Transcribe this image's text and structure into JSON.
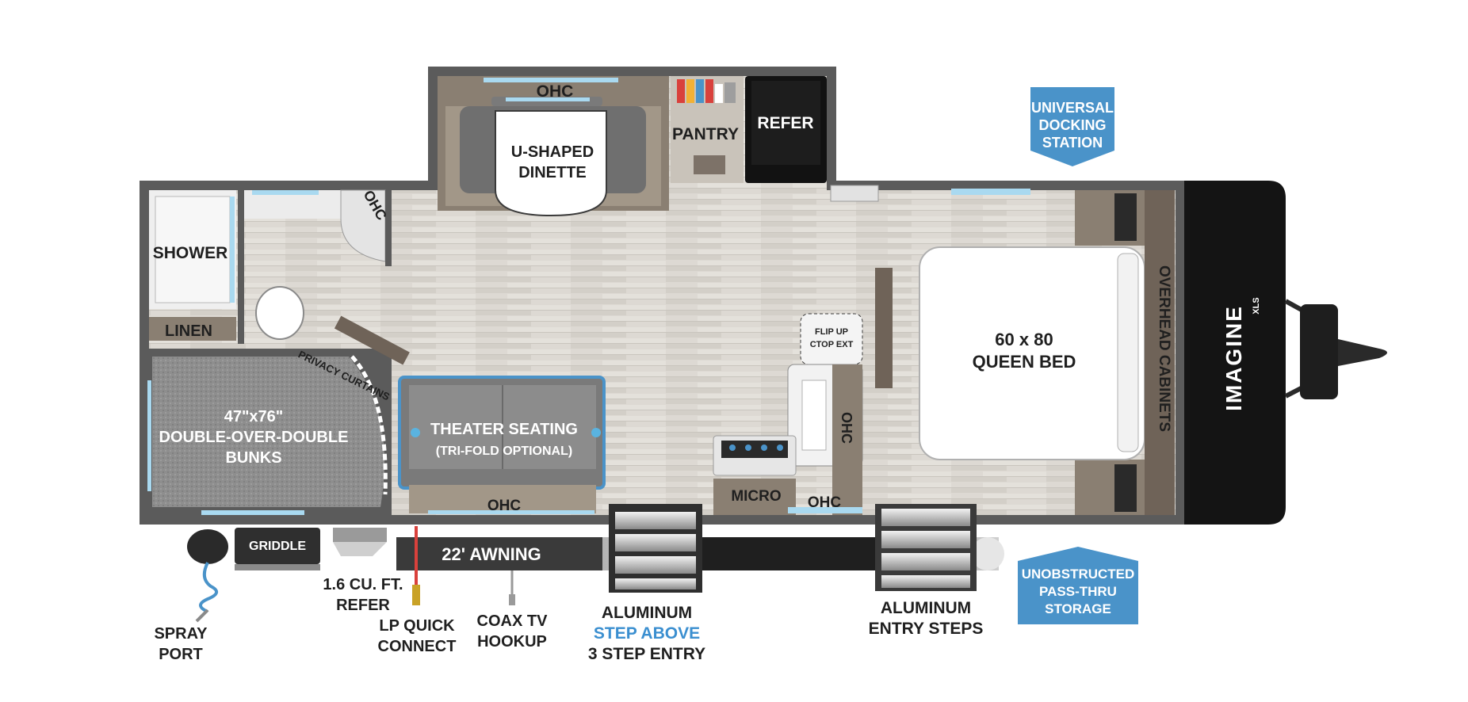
{
  "brand": {
    "logo_text": "IMAGINE",
    "logo_sub": "XLS"
  },
  "rooms": {
    "ohc_dinette": "OHC",
    "dinette_line1": "U-SHAPED",
    "dinette_line2": "DINETTE",
    "pantry": "PANTRY",
    "refer": "REFER",
    "shower": "SHOWER",
    "ohc_bath": "OHC",
    "linen": "LINEN",
    "privacy": "PRIVACY CURTAINS",
    "bunks_line1": "47\"x76\"",
    "bunks_line2": "DOUBLE-OVER-DOUBLE",
    "bunks_line3": "BUNKS",
    "theater_line1": "THEATER SEATING",
    "theater_line2": "(TRI-FOLD OPTIONAL)",
    "ohc_theater": "OHC",
    "flip_line1": "FLIP UP",
    "flip_line2": "CTOP EXT",
    "ohc_kitchen_vertical": "OHC",
    "micro": "MICRO",
    "ohc_kitchen": "OHC",
    "bed_line1": "60 x 80",
    "bed_line2": "QUEEN BED",
    "overhead": "OVERHEAD CABINETS"
  },
  "exterior": {
    "griddle": "GRIDDLE",
    "awning": "22' AWNING",
    "spray_line1": "SPRAY",
    "spray_line2": "PORT",
    "refer_line1": "1.6 CU. FT.",
    "refer_line2": "REFER",
    "lp_line1": "LP QUICK",
    "lp_line2": "CONNECT",
    "coax_line1": "COAX TV",
    "coax_line2": "HOOKUP",
    "step_line1": "ALUMINUM",
    "step_line2": "STEP ABOVE",
    "step_line3": "3 STEP ENTRY",
    "entry_line1": "ALUMINUM",
    "entry_line2": "ENTRY STEPS"
  },
  "callouts": {
    "docking_line1": "UNIVERSAL",
    "docking_line2": "DOCKING",
    "docking_line3": "STATION",
    "storage_line1": "UNOBSTRUCTED",
    "storage_line2": "PASS-THRU",
    "storage_line3": "STORAGE"
  },
  "colors": {
    "callout_blue": "#4a93c9",
    "accent_blue_text": "#3b8fd0",
    "wall": "#5b5b5b",
    "floor": "#d9d6d0"
  }
}
